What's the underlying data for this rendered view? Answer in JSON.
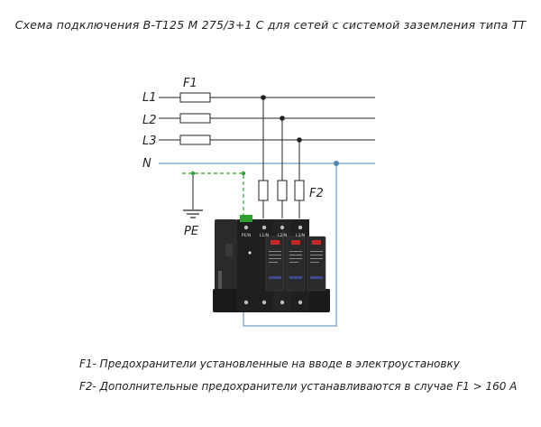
{
  "title": "Схема подключения В-Т125 М 275/3+1 С для сетей с системой заземления  типа ТТ",
  "labels": {
    "l1": "L1",
    "l2": "L2",
    "l3": "L3",
    "n": "N",
    "pe": "PE",
    "f1": "F1",
    "f2": "F2"
  },
  "device": {
    "terminal_pe_n": "PE/N",
    "terminal_l1": "L1/N",
    "terminal_l2": "L2/N",
    "terminal_l3": "L3/N"
  },
  "notes": {
    "f1": "F1- Предохранители установленные на вводе в электроустановку",
    "f2": "F2- Дополнительные предохранители устанавливаются в случае F1 > 160 А"
  },
  "colors": {
    "phase_line": "#222222",
    "neutral_line": "#4f86b0",
    "pe_line": "#2ea02e",
    "device_body": "#1f1f1f",
    "indicator": "#c62828"
  }
}
